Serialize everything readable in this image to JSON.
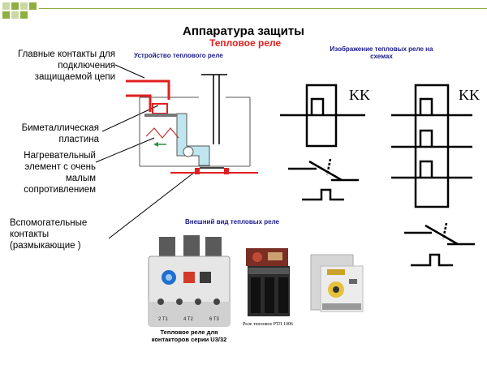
{
  "header": {
    "title": "Аппаратура защиты",
    "subtitle": "Тепловое реле"
  },
  "section_headers": {
    "device": "Устройство теплового реле",
    "schemes": "Изображение тепловых реле на схемах",
    "appearance": "Внешний вид тепловых реле"
  },
  "labels": {
    "main_contacts": "Главные контакты для подключения защищаемой цепи",
    "bimetal": "Биметаллическая пластина",
    "heater": "Нагревательный элемент с очень малым сопротивлением",
    "aux_contacts": "Вспомогательные контакты (размыкающие )"
  },
  "symbols": {
    "kk1": "KK",
    "kk2": "KK"
  },
  "photos": {
    "caption1": "Тепловое реле для контакторов серии U3/32",
    "caption2": "Реле тепловое РТЛ 1006",
    "terminal_labels": [
      "2 T1",
      "4 T2",
      "6 T3"
    ]
  },
  "colors": {
    "accent_red": "#e02020",
    "title_blue": "#1a1a8c",
    "bimetal_cyan": "#bfe6ee",
    "corner_green": "#8fae3f"
  }
}
